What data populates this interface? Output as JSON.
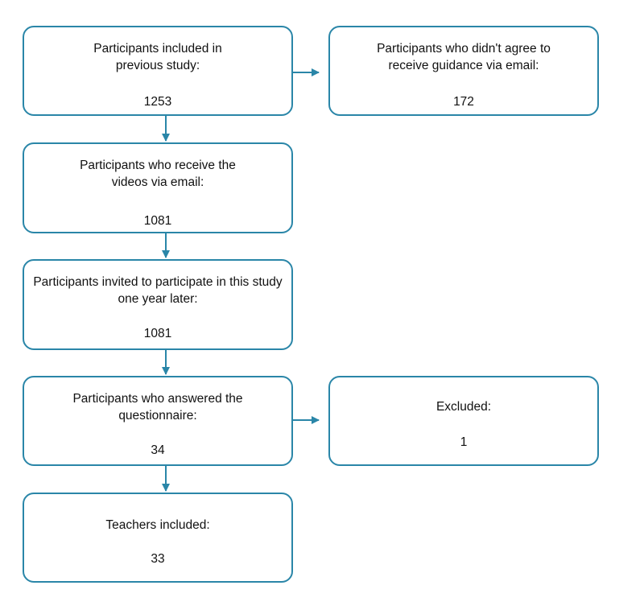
{
  "flowchart": {
    "included_previous": {
      "label": "Participants included in previous study:",
      "count": "1253"
    },
    "not_agree_email": {
      "label": "Participants who didn't agree to receive guidance via email:",
      "count": "172"
    },
    "received_videos": {
      "label": "Participants who receive the videos via email:",
      "count": "1081"
    },
    "invited_one_year": {
      "label": "Participants invited to participate in this study one year later:",
      "count": "1081"
    },
    "answered_questionnaire": {
      "label": "Participants who answered the questionnaire:",
      "count": "34"
    },
    "excluded": {
      "label": "Excluded:",
      "count": "1"
    },
    "teachers_included": {
      "label": "Teachers included:",
      "count": "33"
    }
  },
  "colors": {
    "accent": "#2a86a8",
    "text": "#111111"
  }
}
